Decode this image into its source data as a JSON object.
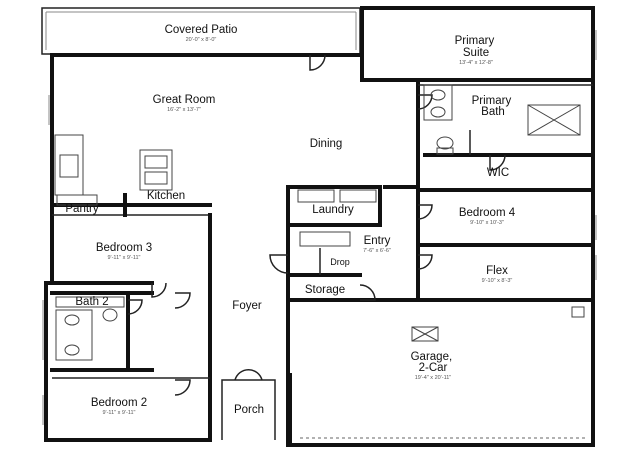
{
  "rooms": {
    "covered_patio": {
      "name": "Covered Patio",
      "dim": "20'-0\" x 8'-0\""
    },
    "primary_suite": {
      "name": "Primary\nSuite",
      "dim": "13'-4\" x 12'-8\""
    },
    "great_room": {
      "name": "Great Room",
      "dim": "16'-2\" x 13'-7\""
    },
    "primary_bath": {
      "name": "Primary\nBath"
    },
    "dining": {
      "name": "Dining"
    },
    "wic": {
      "name": "WIC"
    },
    "pantry": {
      "name": "Pantry"
    },
    "kitchen": {
      "name": "Kitchen"
    },
    "laundry": {
      "name": "Laundry"
    },
    "bedroom_4": {
      "name": "Bedroom 4",
      "dim": "9'-10\" x 10'-3\""
    },
    "bedroom_3": {
      "name": "Bedroom 3",
      "dim": "9'-11\" x 9'-11\""
    },
    "entry": {
      "name": "Entry",
      "dim": "7'-6\" x 6'-6\""
    },
    "drop": {
      "name": "Drop"
    },
    "flex": {
      "name": "Flex",
      "dim": "9'-10\" x 8'-3\""
    },
    "bath_2": {
      "name": "Bath 2"
    },
    "storage": {
      "name": "Storage"
    },
    "foyer": {
      "name": "Foyer"
    },
    "garage": {
      "name": "Garage,\n2-Car",
      "dim": "19'-4\" x 20'-11\""
    },
    "bedroom_2": {
      "name": "Bedroom 2",
      "dim": "9'-11\" x 9'-11\""
    },
    "porch": {
      "name": "Porch"
    }
  }
}
